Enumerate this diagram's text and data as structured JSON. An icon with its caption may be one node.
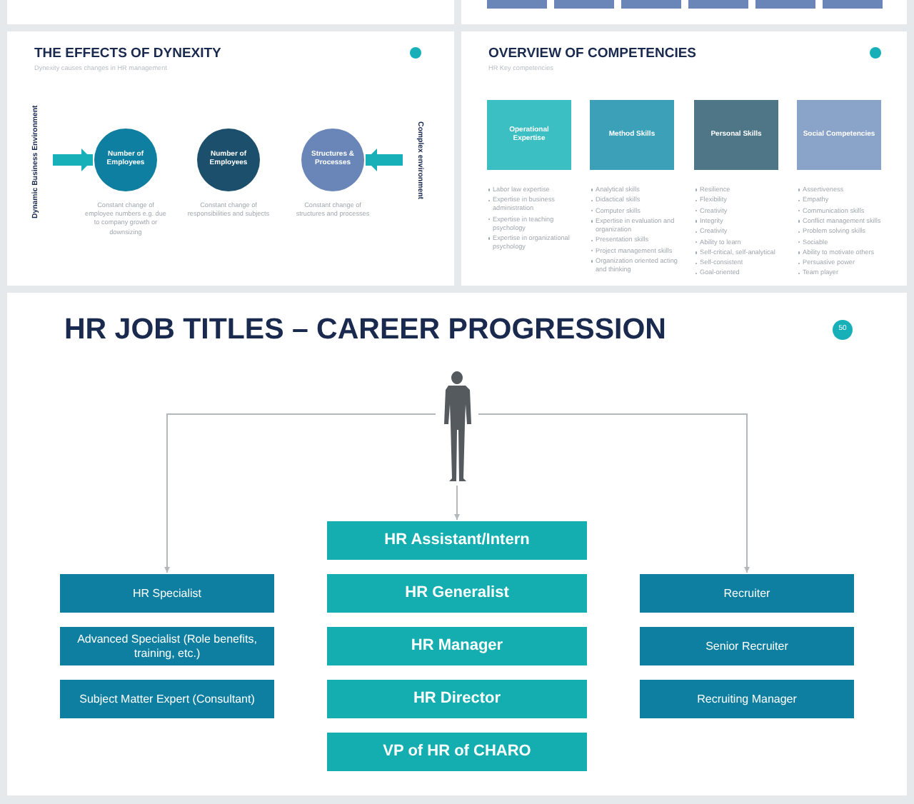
{
  "diagram": {
    "nodes": [
      {
        "text": [],
        "shape": "box"
      },
      {
        "text": [],
        "shape": "box"
      },
      {
        "text": [],
        "shape": "box",
        "in": 1
      },
      {
        "text": [],
        "shape": "box",
        "in": 1
      },
      {
        "text": [],
        "shape": "box",
        "in": 1
      },
      {
        "text": [],
        "shape": "box",
        "in": 1
      },
      {
        "text": [],
        "shape": "box",
        "in": 1
      },
      {
        "text": [],
        "shape": "box",
        "in": 1
      },
      {
        "text": [
          "THE EFFECTS OF DYNEXITY",
          "Dynexity causes changes in HR management"
        ]
      },
      {
        "text": [],
        "shape": "circle",
        "in": 8
      },
      {
        "text": [
          "Dynamic Business Environment"
        ],
        "in": 8
      },
      {
        "text": [
          "Number of Employees"
        ],
        "in": 8,
        "beside": [
          "Constant change of employee numbers e.g. due to company growth or downsizing"
        ]
      },
      {
        "text": [
          "Number of Employees"
        ],
        "in": 8,
        "beside": [
          "Constant change of responsibilities and subjects"
        ]
      },
      {
        "text": [
          "Structures & Processes"
        ],
        "in": 8,
        "beside": [
          "Constant change of structures and processes"
        ]
      },
      {
        "text": [
          "Complex environment"
        ],
        "in": 8
      },
      {
        "text": [
          "OVERVIEW OF COMPETENCIES",
          "HR Key competencies"
        ]
      },
      {
        "text": [],
        "shape": "circle",
        "in": 15
      },
      {
        "text": [
          "Operational Expertise"
        ],
        "in": 15,
        "beside": [
          "Labor law expertise",
          "Expertise in business administration",
          "Expertise in teaching psychology",
          "Expertise in organizational psychology"
        ]
      },
      {
        "text": [
          "Method Skills"
        ],
        "in": 15,
        "beside": [
          "Analytical skills",
          "Didactical skills",
          "Computer skills",
          "Expertise in evaluation and organization",
          "Presentation skills",
          "Project management skills",
          "Organization oriented acting and thinking"
        ]
      },
      {
        "text": [
          "Personal Skills"
        ],
        "in": 15,
        "beside": [
          "Resilience",
          "Flexibility",
          "Creativity",
          "Integrity",
          "Creativity",
          "Ability to learn",
          "Self-critical, self-analytical",
          "Self-consistent",
          "Goal-oriented"
        ]
      },
      {
        "text": [
          "Social Competencies"
        ],
        "in": 15,
        "beside": [
          "Assertiveness",
          "Empathy",
          "Communication skills",
          "Conflict management skills",
          "Problem solving skills",
          "Sociable",
          "Ability to motivate others",
          "Persuasive power",
          "Team player"
        ]
      },
      {
        "text": [
          "HR JOB TITLES – CAREER PROGRESSION"
        ]
      },
      {
        "text": [
          "50"
        ],
        "in": 21
      },
      {
        "text": [],
        "shape": "person",
        "in": 21
      },
      {
        "text": [
          "HR Specialist"
        ],
        "in": 21
      },
      {
        "text": [
          "Advanced Specialist (Role benefits, training, etc.)"
        ],
        "in": 21
      },
      {
        "text": [
          "Subject Matter Expert (Consultant)"
        ],
        "in": 21
      },
      {
        "text": [
          "HR Assistant/Intern"
        ],
        "in": 21
      },
      {
        "text": [
          "HR Generalist"
        ],
        "in": 21
      },
      {
        "text": [
          "HR Manager"
        ],
        "in": 21
      },
      {
        "text": [
          "HR Director"
        ],
        "in": 21
      },
      {
        "text": [
          "VP of HR of CHARO"
        ],
        "in": 21
      },
      {
        "text": [
          "Recruiter"
        ],
        "in": 21
      },
      {
        "text": [
          "Senior Recruiter"
        ],
        "in": 21
      },
      {
        "text": [
          "Recruiting Manager"
        ],
        "in": 21
      }
    ],
    "edges": [
      {
        "from": 10,
        "to": 11,
        "arrow": "to",
        "style": "thick",
        "color": "#17b0b8"
      },
      {
        "from": 14,
        "to": 13,
        "arrow": "to",
        "style": "thick",
        "color": "#17b0b8"
      },
      {
        "from": 23,
        "to": 24,
        "arrow": "to"
      },
      {
        "from": 23,
        "to": 27,
        "arrow": "to"
      },
      {
        "from": 23,
        "to": 32,
        "arrow": "to"
      }
    ]
  }
}
